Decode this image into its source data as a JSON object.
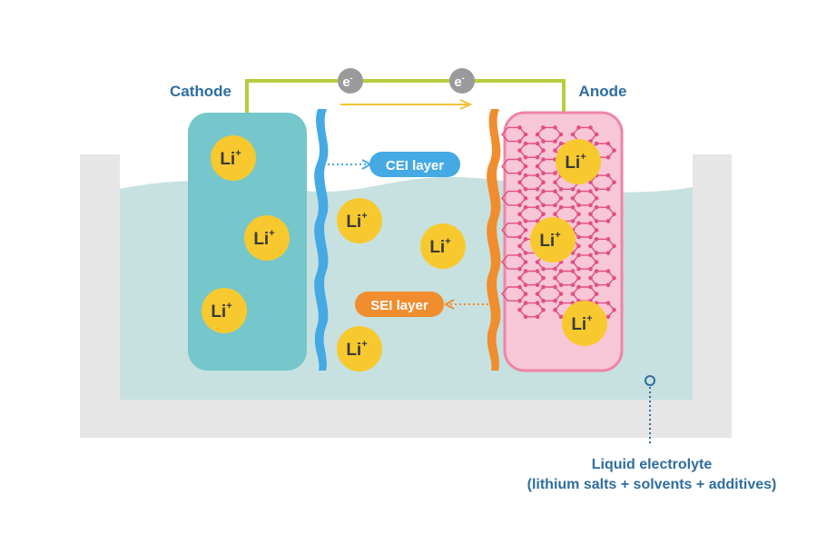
{
  "labels": {
    "cathode": "Cathode",
    "anode": "Anode",
    "cei": "CEI layer",
    "sei": "SEI layer",
    "electrolyte_line1": "Liquid electrolyte",
    "electrolyte_line2": "(lithium salts + solvents + additives)"
  },
  "electron": {
    "symbol": "e",
    "charge": "-"
  },
  "ion": {
    "symbol": "Li",
    "charge": "+"
  },
  "colors": {
    "cathode": "#75c7cb",
    "anode_fill": "#f7c6d7",
    "anode_stroke": "#ef85a6",
    "lattice": "#e04f84",
    "electrolyte": "#c6e1e0",
    "container": "#e6e6e6",
    "wire": "#b6cf3e",
    "electron_flow": "#f3c236",
    "electron_bubble": "#9a9a9a",
    "ion": "#f7c92e",
    "cei_layer": "#45a9e4",
    "sei_layer": "#f08d2e",
    "label_text": "#2e6e9e"
  }
}
